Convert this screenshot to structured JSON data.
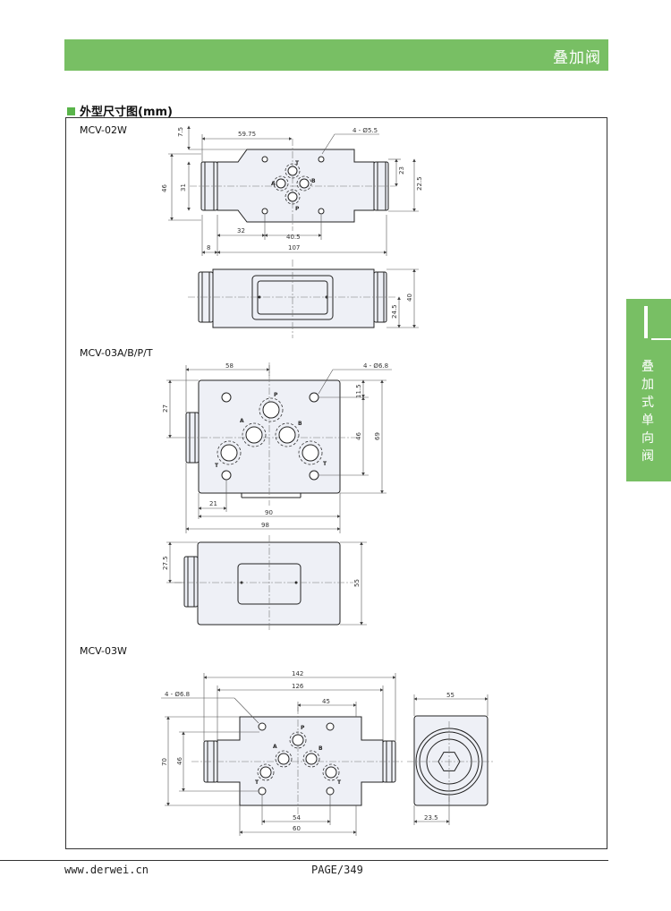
{
  "header": {
    "title": "叠加阀"
  },
  "side_tab": {
    "text": "叠加式单向阀"
  },
  "section": {
    "title": "外型尺寸图(mm)"
  },
  "models": {
    "m1": "MCV-02W",
    "m2": "MCV-03A/B/P/T",
    "m3": "MCV-03W"
  },
  "drawing1": {
    "dims": {
      "d7_5": "7.5",
      "d59_75": "59.75",
      "holes": "4 - Ø5.5",
      "d46": "46",
      "d31": "31",
      "d23": "23",
      "d22_5": "22.5",
      "d32": "32",
      "d40_5": "40.5",
      "d8": "8",
      "d107": "107",
      "d24_5": "24.5",
      "d40": "40"
    },
    "ports": {
      "T": "T",
      "A": "A",
      "B": "B",
      "P": "P"
    }
  },
  "drawing2": {
    "dims": {
      "d58": "58",
      "holes": "4 - Ø6.8",
      "d11_5": "11.5",
      "d27": "27",
      "d46": "46",
      "d69": "69",
      "d21": "21",
      "d90": "90",
      "d98": "98",
      "d27_5": "27.5",
      "d55": "55"
    },
    "ports": {
      "P": "P",
      "A": "A",
      "B": "B",
      "T1": "T",
      "T2": "T"
    }
  },
  "drawing3": {
    "dims": {
      "d142": "142",
      "d126": "126",
      "holes": "4 - Ø6.8",
      "d45": "45",
      "d70": "70",
      "d46": "46",
      "d54": "54",
      "d60": "60",
      "d55": "55",
      "d23_5": "23.5"
    },
    "ports": {
      "P": "P",
      "A": "A",
      "B": "B",
      "T1": "T",
      "T2": "T"
    }
  },
  "footer": {
    "site": "www.derwei.cn",
    "page": "PAGE/349"
  },
  "colors": {
    "accent": "#78bf64",
    "body_fill": "#eef0f6"
  }
}
